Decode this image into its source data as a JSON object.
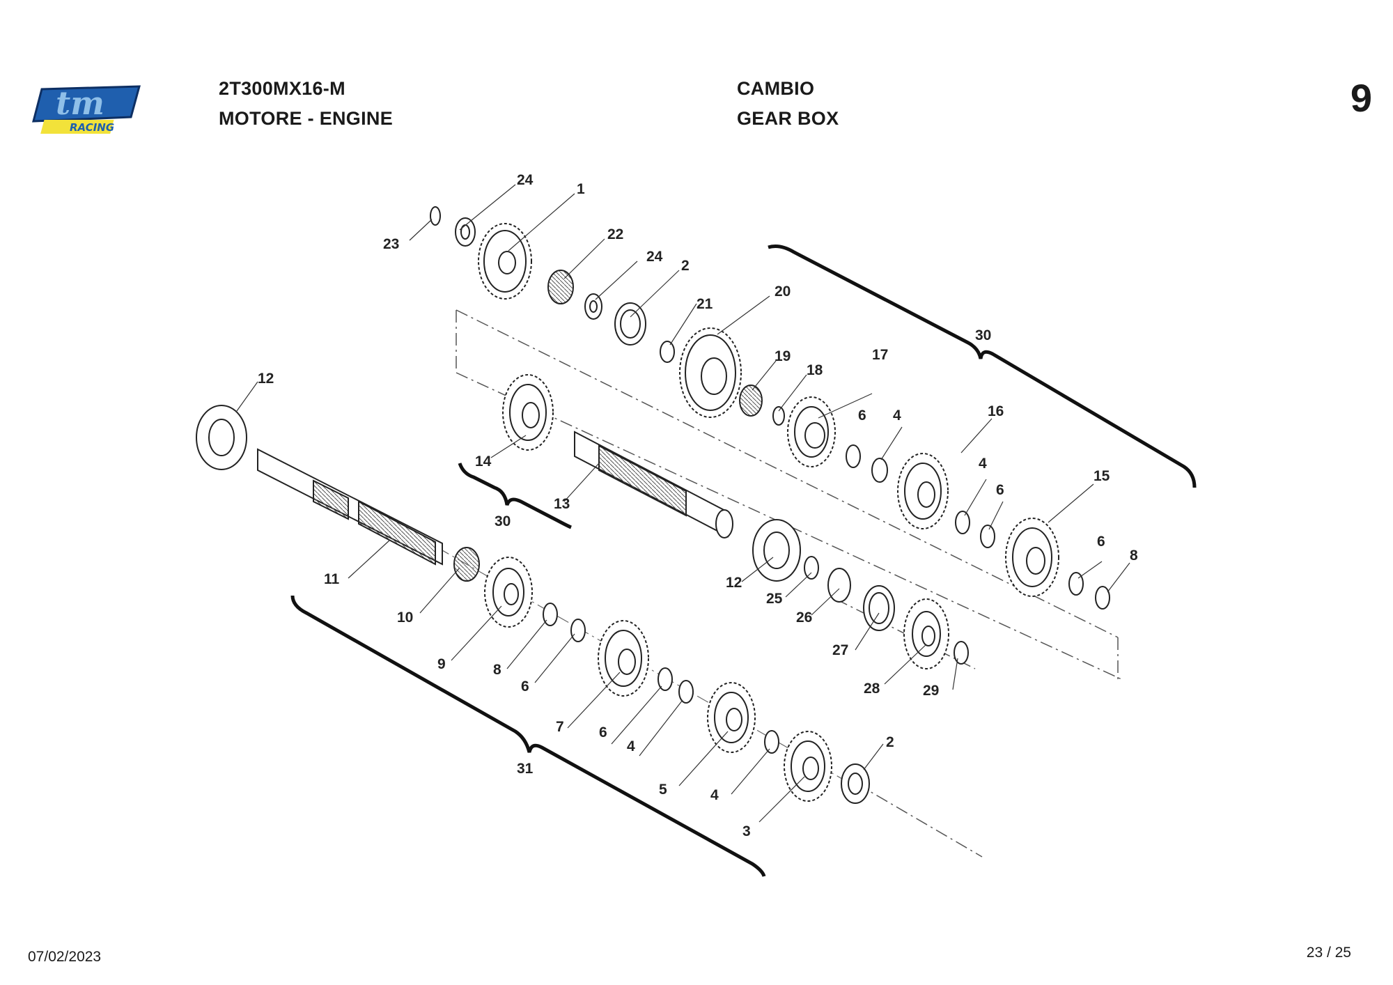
{
  "header": {
    "model_code": "2T300MX16-M",
    "group": "MOTORE - ENGINE",
    "section_it": "CAMBIO",
    "section_en": "GEAR BOX",
    "page_number": "9"
  },
  "logo": {
    "text": "tm",
    "subtext": "RACING",
    "color": "#1f5fae",
    "accent": "#f2e23a"
  },
  "footer": {
    "date": "07/02/2023",
    "page": "23 / 25"
  },
  "callouts": [
    "24",
    "1",
    "23",
    "22",
    "24",
    "2",
    "21",
    "20",
    "30",
    "19",
    "18",
    "17",
    "6",
    "4",
    "16",
    "12",
    "14",
    "4",
    "6",
    "15",
    "30",
    "13",
    "6",
    "8",
    "12",
    "25",
    "26",
    "11",
    "27",
    "10",
    "9",
    "8",
    "28",
    "29",
    "6",
    "7",
    "6",
    "4",
    "31",
    "5",
    "2",
    "4",
    "3"
  ]
}
